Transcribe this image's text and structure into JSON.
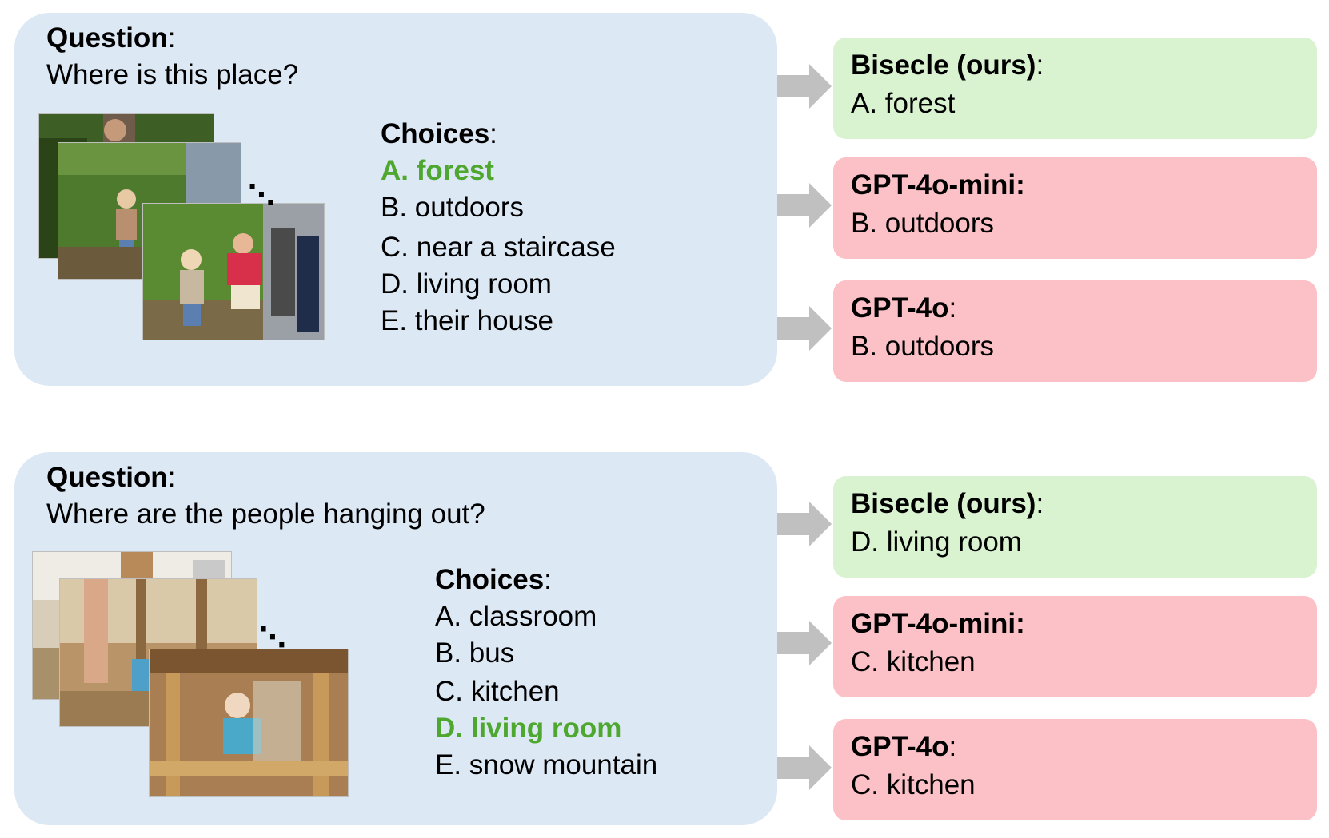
{
  "examples": [
    {
      "question_heading": "Question",
      "colon": ":",
      "question": "Where is this place?",
      "choices_heading": "Choices",
      "choices": [
        "A. forest",
        "B. outdoors",
        "C. near a staircase",
        "D. living room",
        "E. their house"
      ],
      "correct_index": 0,
      "answers": [
        {
          "model": "Bisecle (ours)",
          "model_suffix": ":",
          "answer": "A. forest",
          "status": "correct"
        },
        {
          "model": "GPT-4o-mini:",
          "model_suffix": "",
          "answer": "B. outdoors",
          "status": "wrong"
        },
        {
          "model": "GPT-4o",
          "model_suffix": ":",
          "answer": "B. outdoors",
          "status": "wrong"
        }
      ]
    },
    {
      "question_heading": "Question",
      "colon": ":",
      "question": "Where are the people hanging out?",
      "choices_heading": "Choices",
      "choices": [
        "A. classroom",
        "B. bus",
        "C. kitchen",
        "D. living room",
        "E. snow mountain"
      ],
      "correct_index": 3,
      "answers": [
        {
          "model": "Bisecle (ours)",
          "model_suffix": ":",
          "answer": "D. living room",
          "status": "correct"
        },
        {
          "model": "GPT-4o-mini:",
          "model_suffix": "",
          "answer": "C. kitchen",
          "status": "wrong"
        },
        {
          "model": "GPT-4o",
          "model_suffix": ":",
          "answer": "C. kitchen",
          "status": "wrong"
        }
      ]
    }
  ],
  "colors": {
    "question_box": "#dde8f5",
    "correct_box": "#d9f2d0",
    "wrong_box": "#fbc1c6",
    "correct_text": "#4ea72e",
    "arrow": "#c0c0c0"
  },
  "icons": {
    "arrow": "right-block-arrow-icon",
    "ellipsis": "ellipsis-icon"
  },
  "ellipsis_text": "⋱"
}
